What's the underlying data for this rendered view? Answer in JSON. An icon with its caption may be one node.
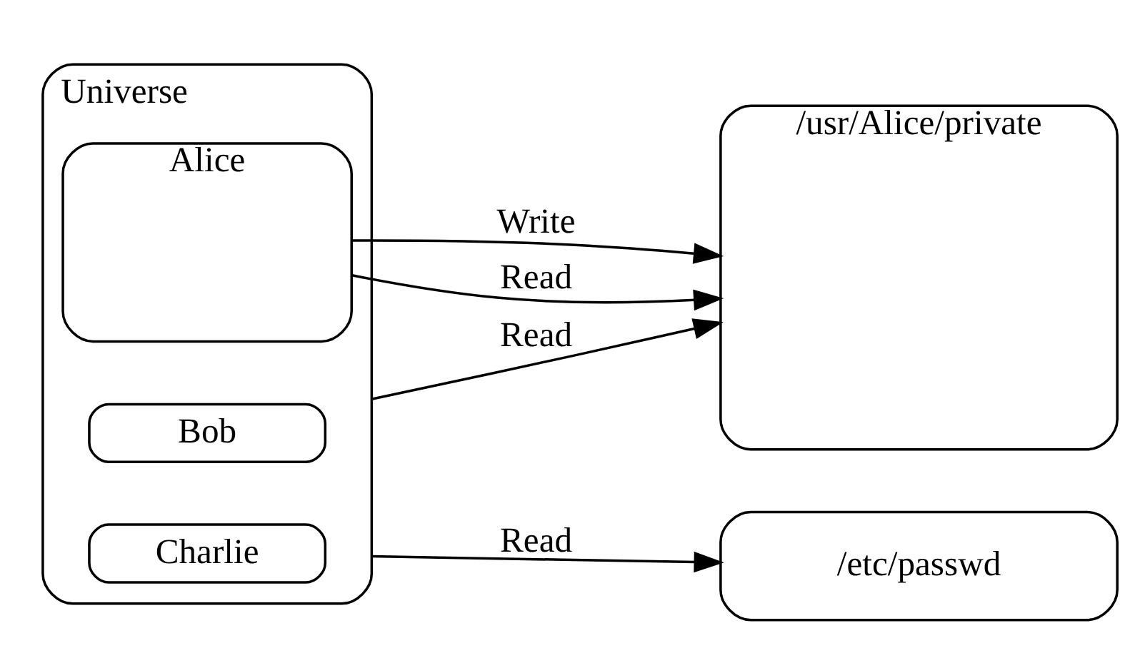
{
  "diagram": {
    "nodes": [
      {
        "text": [
          "Universe"
        ]
      },
      {
        "text": [
          "Alice"
        ],
        "in": 0
      },
      {
        "text": [
          "Bob"
        ],
        "in": 0
      },
      {
        "text": [
          "Charlie"
        ],
        "in": 0
      },
      {
        "text": [
          "/usr/Alice/private"
        ]
      },
      {
        "text": [
          "/etc/passwd"
        ]
      }
    ],
    "edges": [
      {
        "from": 1,
        "to": 4,
        "arrow": "to",
        "label": "Write"
      },
      {
        "from": 1,
        "to": 4,
        "arrow": "to",
        "label": "Read"
      },
      {
        "from": 0,
        "to": 4,
        "arrow": "to",
        "label": "Read"
      },
      {
        "from": 0,
        "to": 5,
        "arrow": "to",
        "label": "Read"
      }
    ]
  }
}
